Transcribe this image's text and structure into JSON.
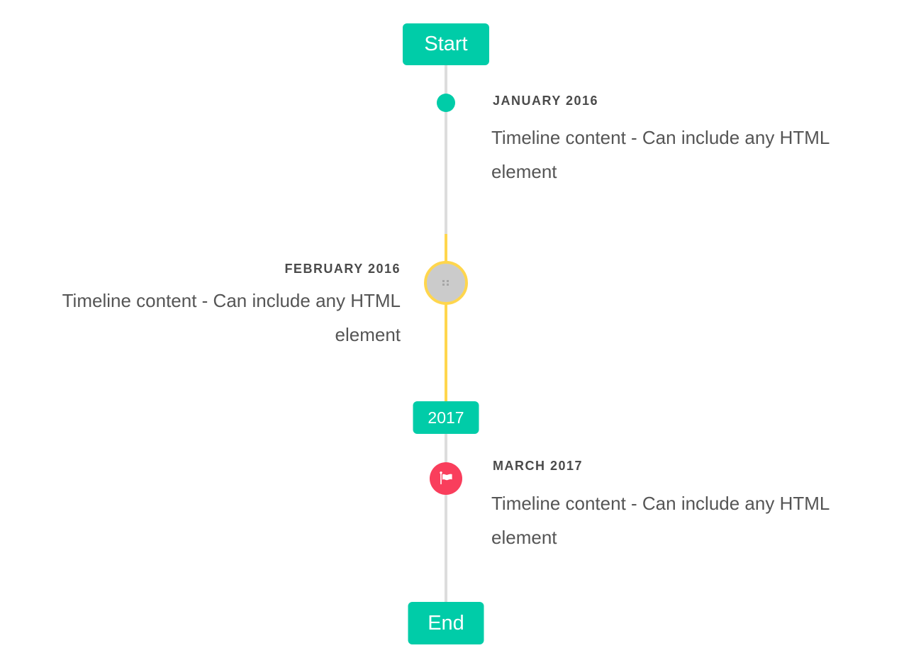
{
  "colors": {
    "accent_teal": "#00cca8",
    "highlight_yellow": "#ffd64d",
    "accent_pink": "#f93e5c",
    "line_gray": "#dddddd",
    "image_marker_gray": "#cbcbcb",
    "title_text": "#4a4a4a",
    "body_text": "#555555",
    "badge_text": "#ffffff"
  },
  "timeline": {
    "start_label": "Start",
    "end_label": "End",
    "year_badge_label": "2017",
    "entries": [
      {
        "title": "JANUARY 2016",
        "content": "Timeline content - Can include any HTML element",
        "side": "right",
        "marker": "teal-dot"
      },
      {
        "title": "FEBRUARY 2016",
        "content": "Timeline content - Can include any HTML element",
        "side": "left",
        "marker": "gray-image-circle-with-yellow-ring"
      },
      {
        "title": "MARCH 2017",
        "content": "Timeline content - Can include any HTML element",
        "side": "right",
        "marker": "pink-flag-circle"
      }
    ]
  }
}
